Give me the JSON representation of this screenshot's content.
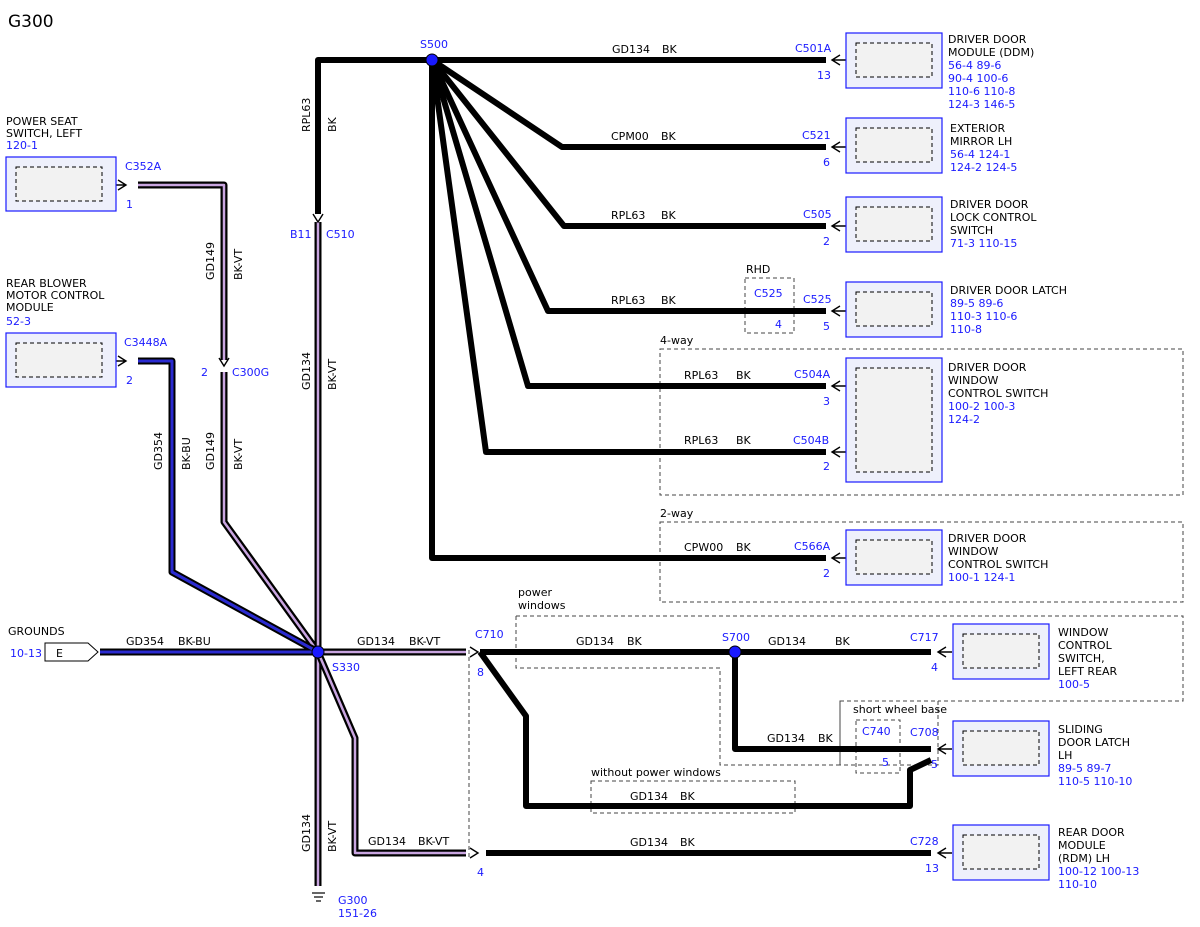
{
  "title": "G300",
  "colors": {
    "connector_label": "#1a1aff",
    "wire_black": "#000000",
    "wire_violet": "#b58fd0",
    "wire_blue": "#1a1a9a",
    "module_fill": "#eef0fb"
  },
  "splices": {
    "s500": "S500",
    "s330": "S330",
    "s700": "S700"
  },
  "ground_point": {
    "name": "G300",
    "ref": "151-26"
  },
  "grounds": {
    "label": "GROUNDS",
    "ref": "10-13",
    "tag": "E",
    "wire": "GD354",
    "color": "BK-BU"
  },
  "left_modules": {
    "power_seat": {
      "lines": [
        "POWER SEAT",
        "SWITCH, LEFT"
      ],
      "ref": "120-1",
      "connector": "C352A",
      "pin": "1"
    },
    "rear_blower": {
      "lines": [
        "REAR BLOWER",
        "MOTOR CONTROL",
        "MODULE"
      ],
      "ref": "52-3",
      "connector": "C3448A",
      "pin": "2"
    }
  },
  "wire_labels": {
    "gd149_upper": {
      "circuit": "GD149",
      "color": "BK-VT"
    },
    "gd149_lower": {
      "circuit": "GD149",
      "color": "BK-VT"
    },
    "gd354_vert": {
      "circuit": "GD354",
      "color": "BK-BU"
    },
    "rpl63_vert": {
      "circuit": "RPL63",
      "color": "BK"
    },
    "gd134_vert": {
      "circuit": "GD134",
      "color": "BK-VT"
    },
    "gd134_ground": {
      "circuit": "GD134",
      "color": "BK-VT"
    },
    "gd134_c710": {
      "circuit": "GD134",
      "color": "BK-VT"
    },
    "gd134_rdm_in": {
      "circuit": "GD134",
      "color": "BK-VT"
    }
  },
  "inline_connectors": {
    "c300g": {
      "name": "C300G",
      "pin": "2"
    },
    "c510": {
      "name": "C510",
      "pin": "B11"
    },
    "c710": {
      "name": "C710",
      "pin_top": "8",
      "pin_bottom": "4"
    }
  },
  "right_modules": [
    {
      "lines": [
        "DRIVER DOOR",
        "MODULE (DDM)"
      ],
      "refs": [
        "56-4   89-6",
        "90-4   100-6",
        "110-6  110-8",
        "124-3  146-5"
      ],
      "connector": "C501A",
      "pin": "13",
      "circuit": "GD134",
      "color": "BK"
    },
    {
      "lines": [
        "EXTERIOR",
        "MIRROR LH"
      ],
      "refs": [
        "56-4   124-1",
        "124-2  124-5"
      ],
      "connector": "C521",
      "pin": "6",
      "circuit": "CPM00",
      "color": "BK"
    },
    {
      "lines": [
        "DRIVER DOOR",
        "LOCK CONTROL",
        "SWITCH"
      ],
      "refs": [
        "71-3      110-15"
      ],
      "connector": "C505",
      "pin": "2",
      "circuit": "RPL63",
      "color": "BK"
    },
    {
      "lines": [
        "DRIVER DOOR LATCH"
      ],
      "refs": [
        "89-5   89-6",
        "110-3  110-6",
        "110-8"
      ],
      "connector": "C525",
      "pin": "5",
      "circuit": "RPL63",
      "color": "BK"
    },
    {
      "lines": [
        "DRIVER DOOR",
        "WINDOW",
        "CONTROL SWITCH"
      ],
      "refs": [
        "100-2  100-3",
        "124-2"
      ],
      "connector": "C504A",
      "pin": "3",
      "circuit": "RPL63",
      "color": "BK"
    },
    {
      "lines": [
        "DRIVER DOOR",
        "WINDOW",
        "CONTROL SWITCH"
      ],
      "refs": [
        "100-1  124-1"
      ],
      "connector": "C566A",
      "pin": "2",
      "circuit": "CPW00",
      "color": "BK"
    },
    {
      "lines": [
        "WINDOW",
        "CONTROL",
        "SWITCH,",
        "LEFT REAR"
      ],
      "refs": [
        "100-5"
      ],
      "connector": "C717",
      "pin": "4",
      "circuit": "GD134",
      "color": "BK"
    },
    {
      "lines": [
        "SLIDING",
        "DOOR LATCH",
        "LH"
      ],
      "refs": [
        "89-5    89-7",
        "110-5   110-10"
      ],
      "connector": "C708",
      "pin": "5",
      "circuit": "GD134",
      "color": "BK"
    },
    {
      "lines": [
        "REAR DOOR",
        "MODULE",
        "(RDM) LH"
      ],
      "refs": [
        "100-12  100-13",
        "110-10"
      ],
      "connector": "C728",
      "pin": "13",
      "circuit": "GD134",
      "color": "BK"
    }
  ],
  "c504b": {
    "connector": "C504B",
    "pin": "2",
    "circuit": "RPL63",
    "color": "BK"
  },
  "rhd": {
    "label": "RHD",
    "connector": "C525",
    "pin": "4"
  },
  "option_boxes": {
    "four_way": "4-way",
    "two_way": "2-way",
    "power_windows": [
      "power",
      "windows"
    ],
    "short_wheel_base": "short wheel base",
    "without_power_windows": "without power windows"
  },
  "c740": {
    "connector": "C740",
    "pin": "5"
  },
  "misc_wires": {
    "s700_down": {
      "circuit": "GD134",
      "color": "BK"
    },
    "without_pw": {
      "circuit": "GD134",
      "color": "BK"
    },
    "c710_to_s700": {
      "circuit": "GD134",
      "color": "BK"
    }
  }
}
